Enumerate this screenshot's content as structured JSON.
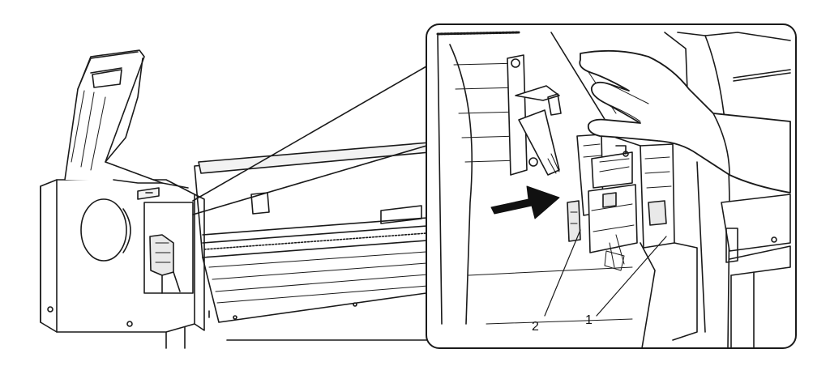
{
  "figure": {
    "callouts": [
      {
        "id": "callout-1",
        "label": "1"
      },
      {
        "id": "callout-2",
        "label": "2"
      }
    ],
    "colors": {
      "line": "#1a1a1a",
      "fill": "#ffffff",
      "shade": "#e9e9e9",
      "arrow": "#111111"
    }
  }
}
